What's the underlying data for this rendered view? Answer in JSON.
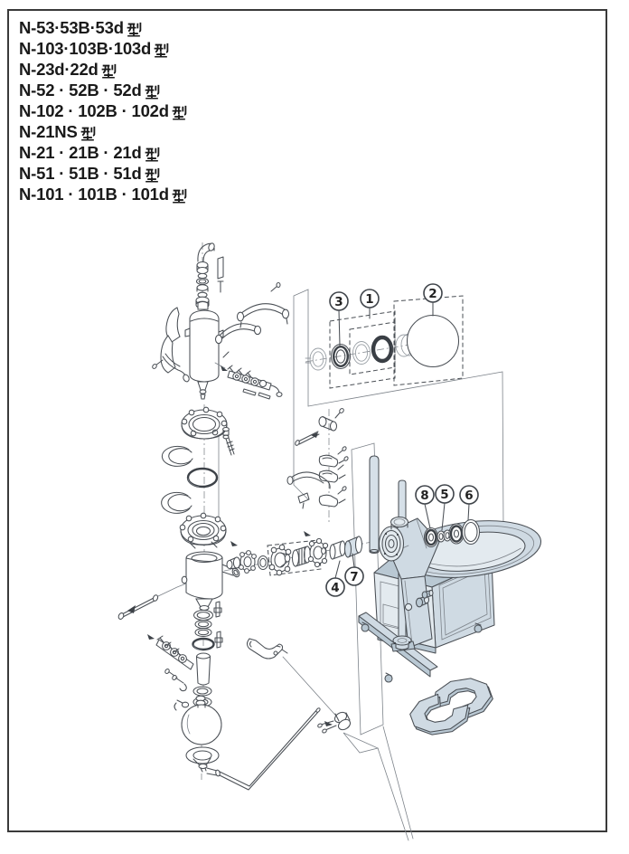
{
  "page": {
    "background": "#ffffff",
    "border_color": "#3a3a3a",
    "text_color": "#1a1a1a"
  },
  "models": {
    "items": [
      {
        "label": "N-53・53B・53d型",
        "text": "N-53·53B·53d"
      },
      {
        "label": "N-103・103B・103d型",
        "text": "N-103·103B·103d"
      },
      {
        "label": "N-23d・22d型",
        "text": "N-23d·22d"
      },
      {
        "label": "N-52・52B・52d型",
        "text": "N-52 · 52B · 52d"
      },
      {
        "label": "N-102・102B・102d型",
        "text": "N-102 · 102B · 102d"
      },
      {
        "label": "N-21NS型",
        "text": "N-21NS"
      },
      {
        "label": "N-21・21B・21d型",
        "text": "N-21 · 21B · 21d"
      },
      {
        "label": "N-51・51B・51d型",
        "text": "N-51 · 51B · 51d"
      },
      {
        "label": "N-101・101B・101d型",
        "text": "N-101 · 101B · 101d"
      }
    ]
  },
  "callouts": {
    "c1": {
      "label": "1"
    },
    "c2": {
      "label": "2"
    },
    "c3": {
      "label": "3"
    },
    "c4": {
      "label": "4"
    },
    "c5": {
      "label": "5"
    },
    "c6": {
      "label": "6"
    },
    "c7": {
      "label": "7"
    },
    "c8": {
      "label": "8"
    }
  },
  "diagram_colors": {
    "line": "#4a4f55",
    "ghost": "#9aa0a6",
    "machine_body": "#cfdae3",
    "machine_shadow": "#b9c8d3",
    "machine_highlight": "#e3eaef"
  }
}
